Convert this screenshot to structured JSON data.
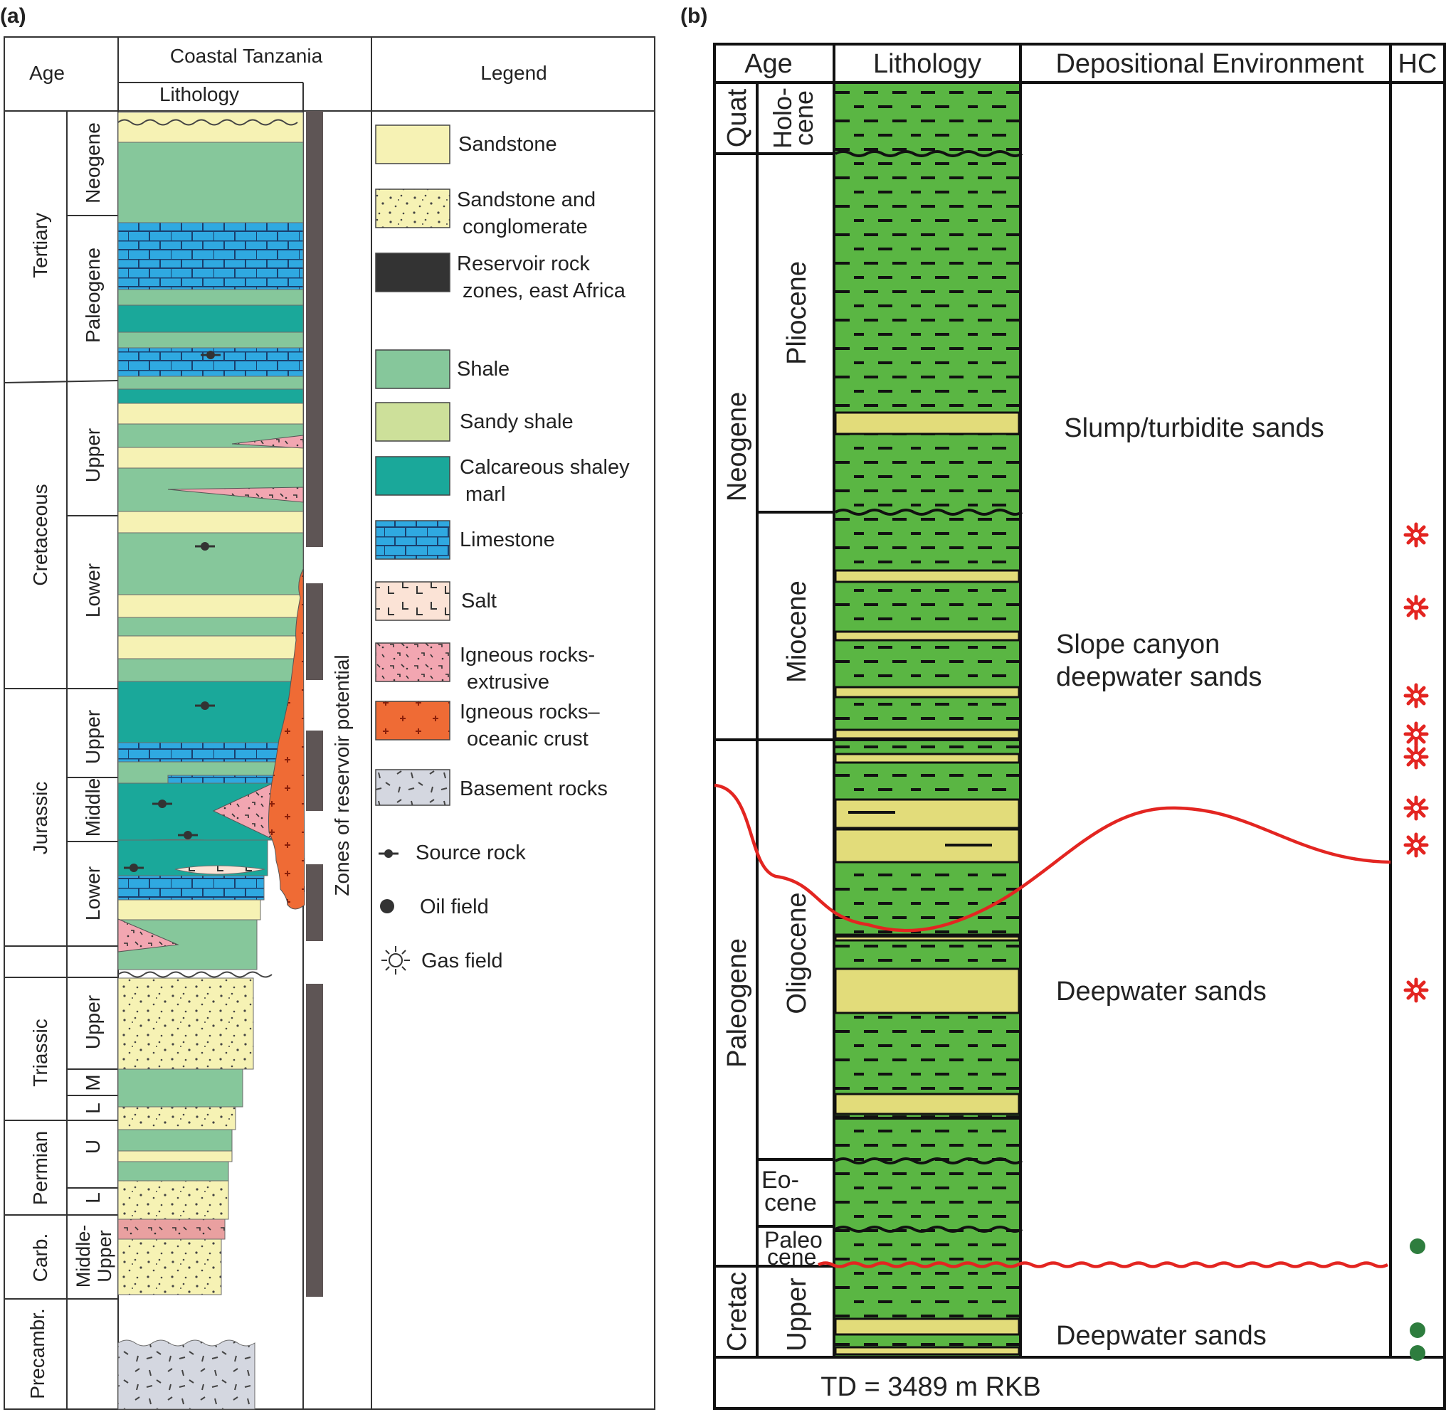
{
  "panel_a": {
    "label": "(a)",
    "header": {
      "age": "Age",
      "region": "Coastal Tanzania",
      "lithology": "Lithology",
      "legend": "Legend"
    },
    "periods": [
      "Tertiary",
      "Cretaceous",
      "Jurassic",
      "Triassic",
      "Permian",
      "Carb.",
      "Precambr."
    ],
    "epochs": [
      "Neogene",
      "Paleogene",
      "Upper",
      "Lower",
      "Upper",
      "Middle",
      "Lower",
      "Upper",
      "M",
      "L",
      "U",
      "L",
      "Middle-\nUpper"
    ],
    "reservoir_label": "Zones of reservoir potential",
    "legend_items": [
      {
        "label": "Sandstone",
        "pattern": "sandstone"
      },
      {
        "label": "Sandstone and\nconglomerate",
        "pattern": "conglomerate"
      },
      {
        "label": "Reservoir rock\nzones, east Africa",
        "pattern": "reservoir"
      },
      {
        "label": "Shale",
        "pattern": "shale"
      },
      {
        "label": "Sandy shale",
        "pattern": "sandyshale"
      },
      {
        "label": "Calcareous shaley\nmarl",
        "pattern": "marl"
      },
      {
        "label": "Limestone",
        "pattern": "limestone"
      },
      {
        "label": "Salt",
        "pattern": "salt"
      },
      {
        "label": "Igneous rocks-\nextrusive",
        "pattern": "igneous"
      },
      {
        "label": "Igneous rocks–\noceanic crust",
        "pattern": "oceanic"
      },
      {
        "label": "Basement rocks",
        "pattern": "basement"
      },
      {
        "label": "Source rock",
        "pattern": "source-symbol"
      },
      {
        "label": "Oil field",
        "pattern": "oil-symbol"
      },
      {
        "label": "Gas field",
        "pattern": "gas-symbol"
      }
    ]
  },
  "panel_b": {
    "label": "(b)",
    "header": {
      "age": "Age",
      "lithology": "Lithology",
      "environment": "Depositional Environment",
      "hc": "HC"
    },
    "periods": [
      "Quat",
      "Neogene",
      "Paleogene",
      "Cretac"
    ],
    "epochs": [
      "Holo-\ncene",
      "Pliocene",
      "Miocene",
      "Oligocene",
      "Eo-\ncene",
      "Paleo\ncene",
      "Upper"
    ],
    "environments": [
      "Slump/turbidite sands",
      "Slope canyon\ndeepwater sands",
      "Deepwater sands",
      "Deepwater sands"
    ],
    "hc_markers": [
      "gas",
      "gas",
      "gas",
      "gas",
      "gas",
      "gas",
      "gas",
      "gas",
      "oil",
      "oil",
      "oil"
    ],
    "footer": "TD = 3489 m RKB"
  },
  "colors": {
    "sandstone": "#f6f2b4",
    "shale": "#86c79b",
    "sandyshale": "#cde09a",
    "marl": "#1aa89a",
    "limestone": "#2fa9e1",
    "salt": "#fbe3d6",
    "igneous": "#f2a6b1",
    "oceanic": "#ef6b35",
    "basement": "#d4d7e0",
    "reservoir": "#5e5555",
    "green_shale_b": "#5ab643",
    "sand_b": "#e2dc7a",
    "hc_red": "#e32521",
    "oil_green": "#2e7d3e"
  }
}
